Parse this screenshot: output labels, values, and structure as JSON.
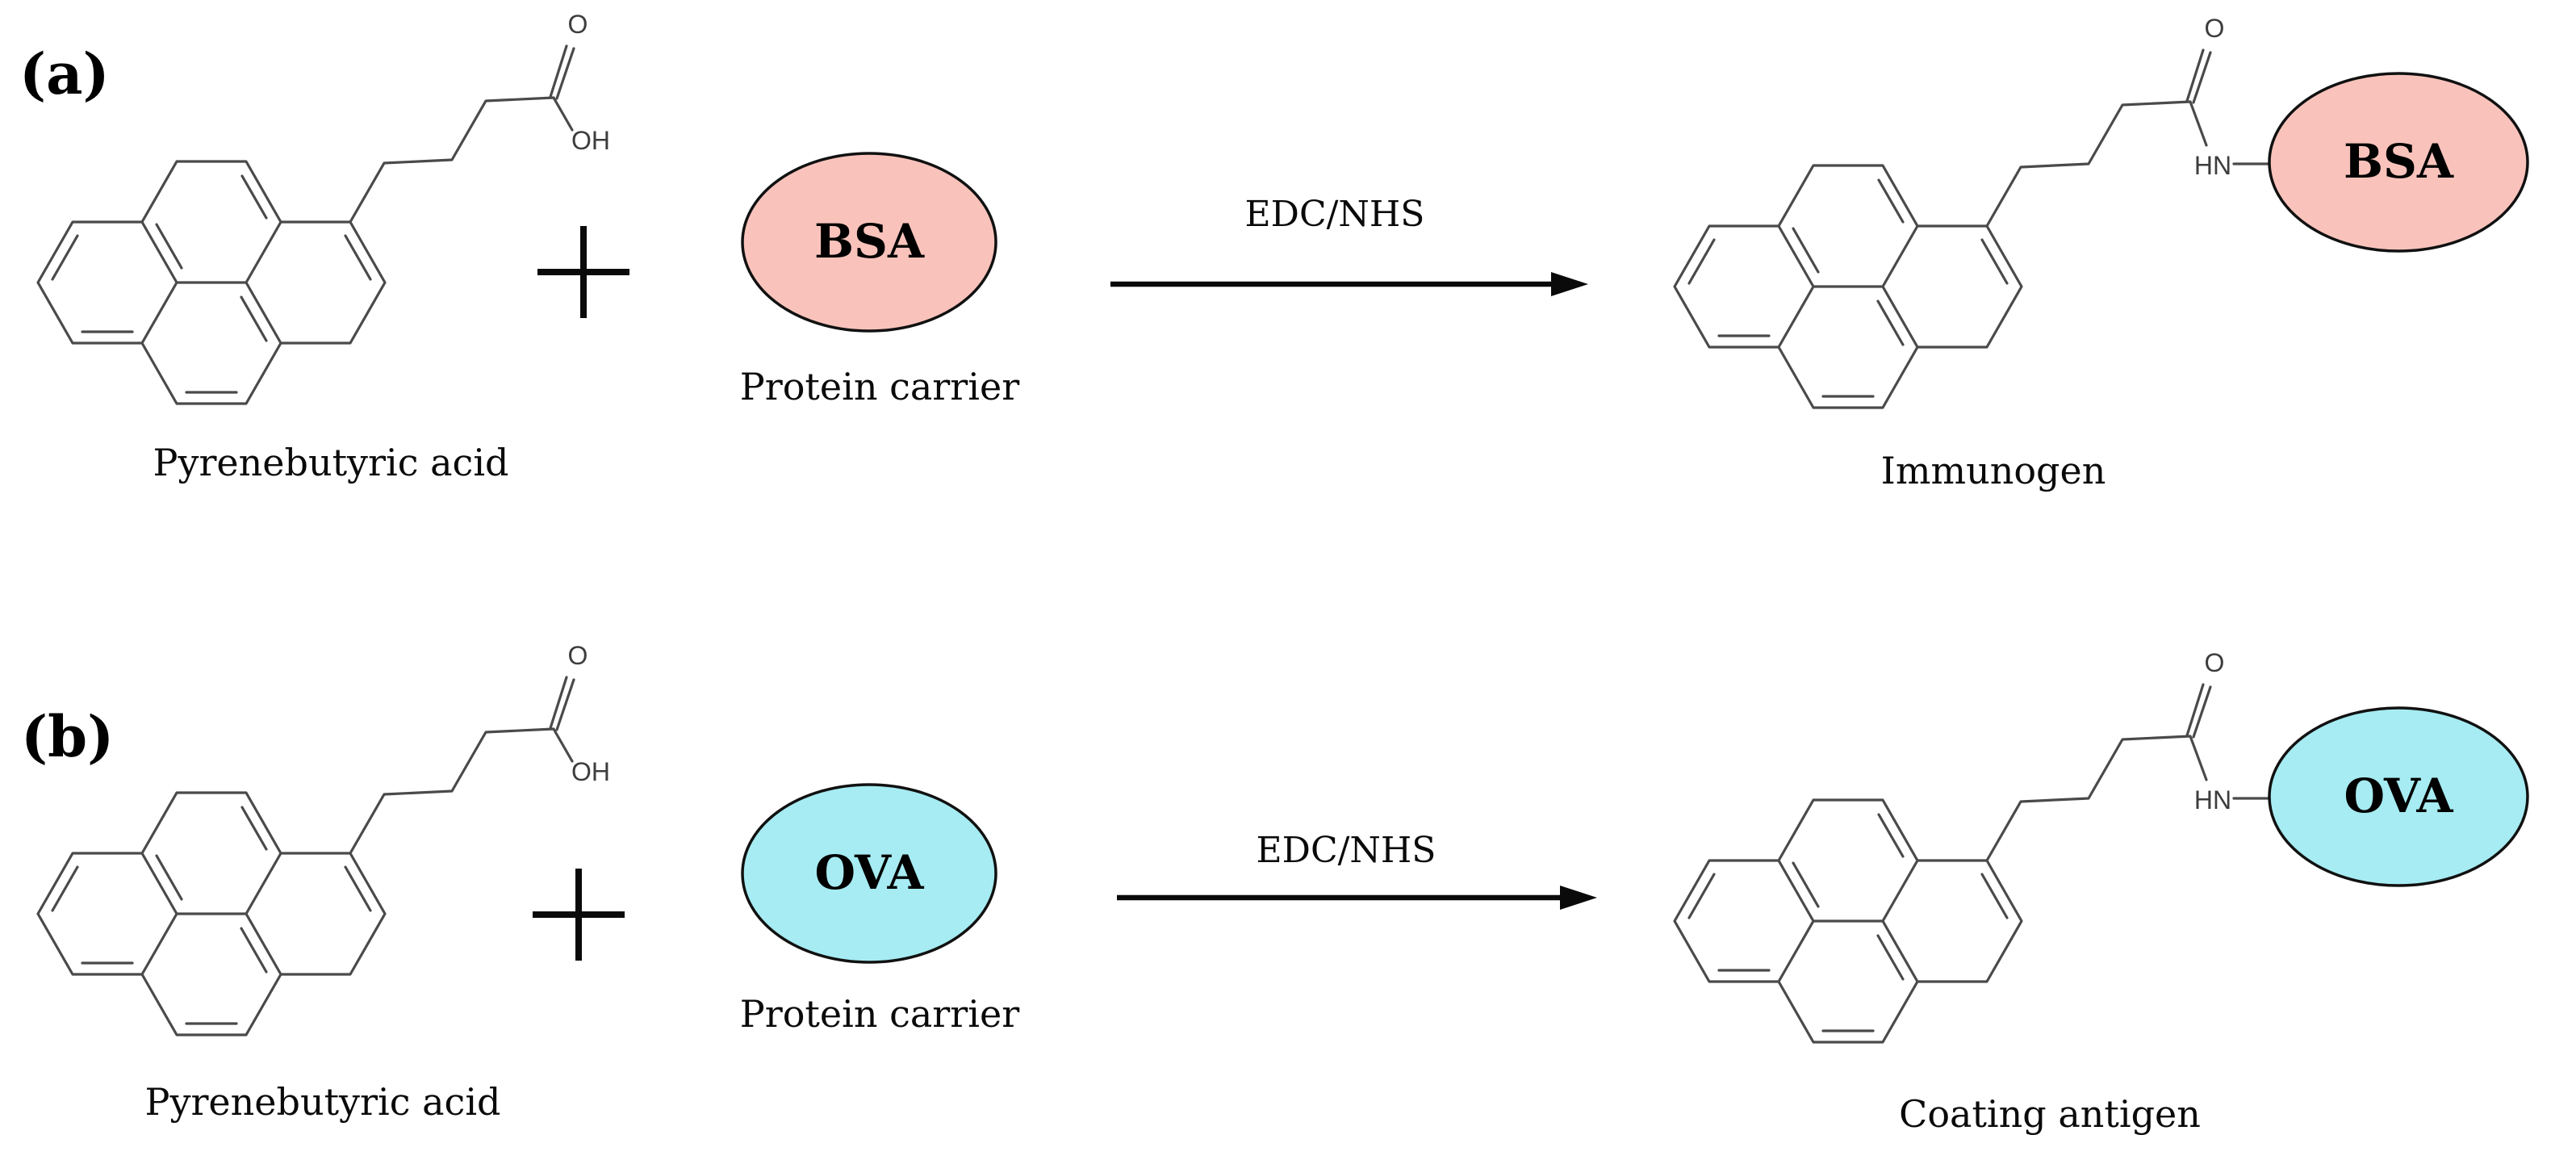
{
  "colors": {
    "bsa_fill": "#f9c3bc",
    "ova_fill": "#a6ecf2",
    "bond": "#4a4a4a",
    "ink": "#0a0a0a",
    "background": "#ffffff"
  },
  "atoms": {
    "carbonyl_oxygen": "O",
    "hydroxyl": "OH",
    "amide_nh": "HN"
  },
  "icons": {
    "plus": "+",
    "reaction_arrow": "→"
  },
  "panels": [
    {
      "label": "(a)",
      "reactant": "Pyrenebutyric acid",
      "carrier": "BSA",
      "carrier_role": "Protein carrier",
      "reagent": "EDC/NHS",
      "product": "Immunogen"
    },
    {
      "label": "(b)",
      "reactant": "Pyrenebutyric acid",
      "carrier": "OVA",
      "carrier_role": "Protein carrier",
      "reagent": "EDC/NHS",
      "product": "Coating antigen"
    }
  ]
}
